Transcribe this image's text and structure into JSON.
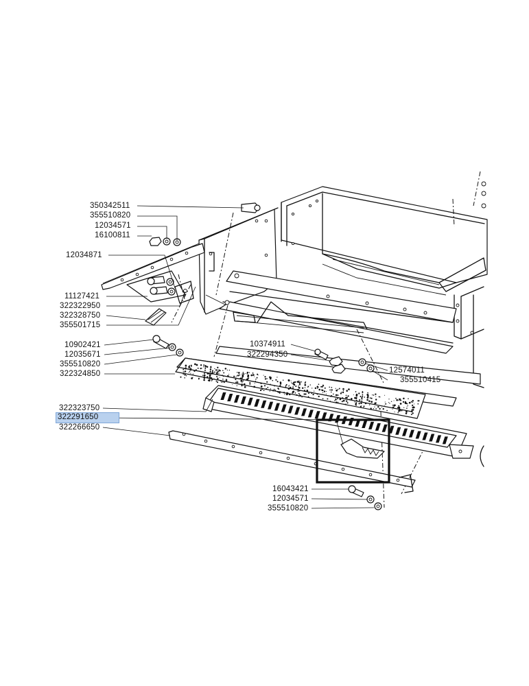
{
  "diagram": {
    "labels": [
      {
        "id": "p1",
        "text": "350342511",
        "highlighted": false
      },
      {
        "id": "p2",
        "text": "355510820",
        "highlighted": false
      },
      {
        "id": "p3",
        "text": "12034571",
        "highlighted": false
      },
      {
        "id": "p4",
        "text": "16100811",
        "highlighted": false
      },
      {
        "id": "p5",
        "text": "12034871",
        "highlighted": false
      },
      {
        "id": "p6",
        "text": "11127421",
        "highlighted": false
      },
      {
        "id": "p7",
        "text": "322322950",
        "highlighted": false
      },
      {
        "id": "p8",
        "text": "322328750",
        "highlighted": false
      },
      {
        "id": "p9",
        "text": "355501715",
        "highlighted": false
      },
      {
        "id": "p10",
        "text": "10902421",
        "highlighted": false
      },
      {
        "id": "p11",
        "text": "12035671",
        "highlighted": false
      },
      {
        "id": "p12",
        "text": "355510820",
        "highlighted": false
      },
      {
        "id": "p13",
        "text": "322324850",
        "highlighted": false
      },
      {
        "id": "p14",
        "text": "10374911",
        "highlighted": false
      },
      {
        "id": "p15",
        "text": "322294350",
        "highlighted": false
      },
      {
        "id": "p16",
        "text": "12574011",
        "highlighted": false
      },
      {
        "id": "p17",
        "text": "355510415",
        "highlighted": false
      },
      {
        "id": "p18",
        "text": "322323750",
        "highlighted": false
      },
      {
        "id": "p19",
        "text": "322291650",
        "highlighted": true
      },
      {
        "id": "p20",
        "text": "322266650",
        "highlighted": false
      },
      {
        "id": "p21",
        "text": "16043421",
        "highlighted": false
      },
      {
        "id": "p22",
        "text": "12034571",
        "highlighted": false
      },
      {
        "id": "p23",
        "text": "355510820",
        "highlighted": false
      }
    ],
    "highlight_color": "#b9d1ee",
    "line_color": "#111111"
  }
}
